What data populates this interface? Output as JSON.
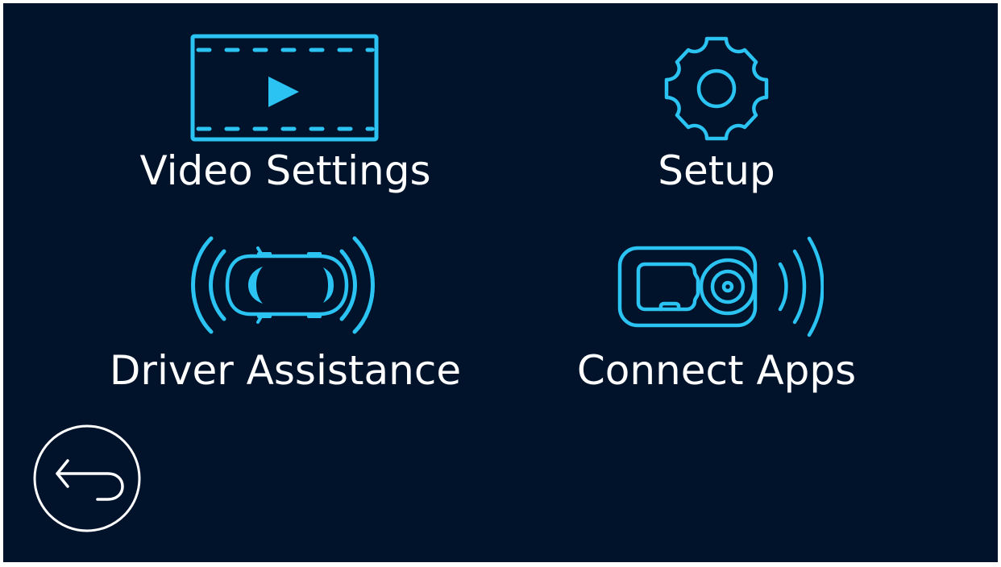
{
  "screen": {
    "background_color": "#01132b",
    "accent_color": "#2ac3f2",
    "text_color": "#ffffff"
  },
  "menu": {
    "items": [
      {
        "id": "video-settings",
        "label": "Video Settings",
        "icon": "film-play-icon"
      },
      {
        "id": "setup",
        "label": "Setup",
        "icon": "gear-icon"
      },
      {
        "id": "driver-assistance",
        "label": "Driver Assistance",
        "icon": "car-sensor-icon"
      },
      {
        "id": "connect-apps",
        "label": "Connect Apps",
        "icon": "dashcam-wireless-icon"
      }
    ]
  },
  "navigation": {
    "back": {
      "icon": "back-arrow-icon",
      "label": "Back"
    }
  }
}
